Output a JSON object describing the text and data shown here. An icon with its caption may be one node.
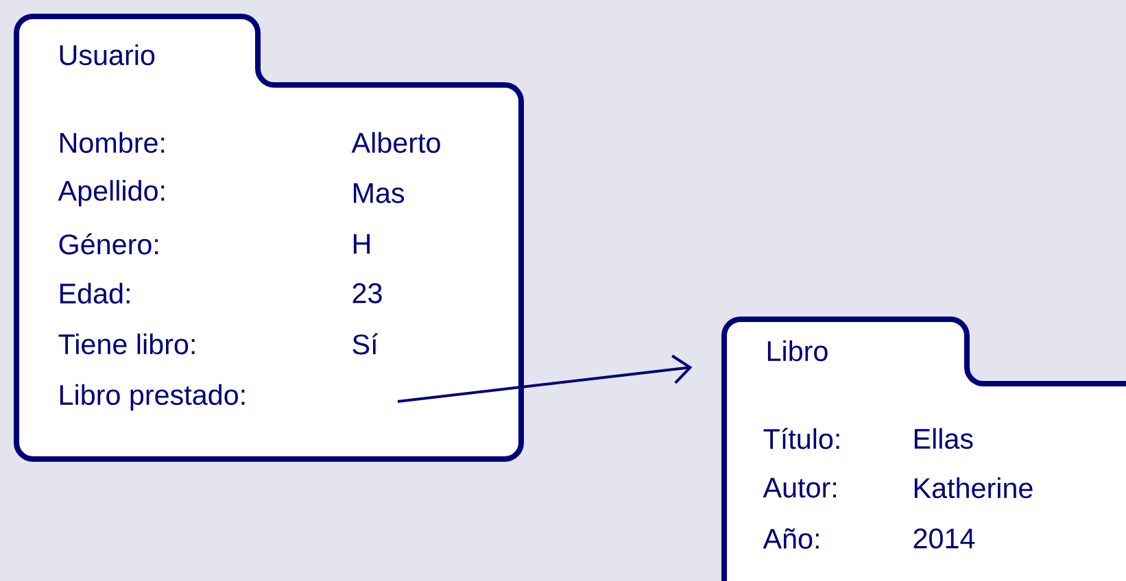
{
  "diagram": {
    "nodes": [
      {
        "text": [
          "Usuario",
          "Nombre:",
          "Alberto",
          "Apellido:",
          "Mas",
          "Género:",
          "H",
          "Edad:",
          "23",
          "Tiene libro:",
          "Sí",
          "Libro prestado:"
        ]
      },
      {
        "text": [
          "Libro",
          "Título:",
          "Ellas",
          "Autor:",
          "Katherine",
          "Año:",
          "2014"
        ]
      }
    ],
    "edges": [
      {
        "from": 0,
        "to": 1,
        "arrow": "to"
      }
    ]
  }
}
